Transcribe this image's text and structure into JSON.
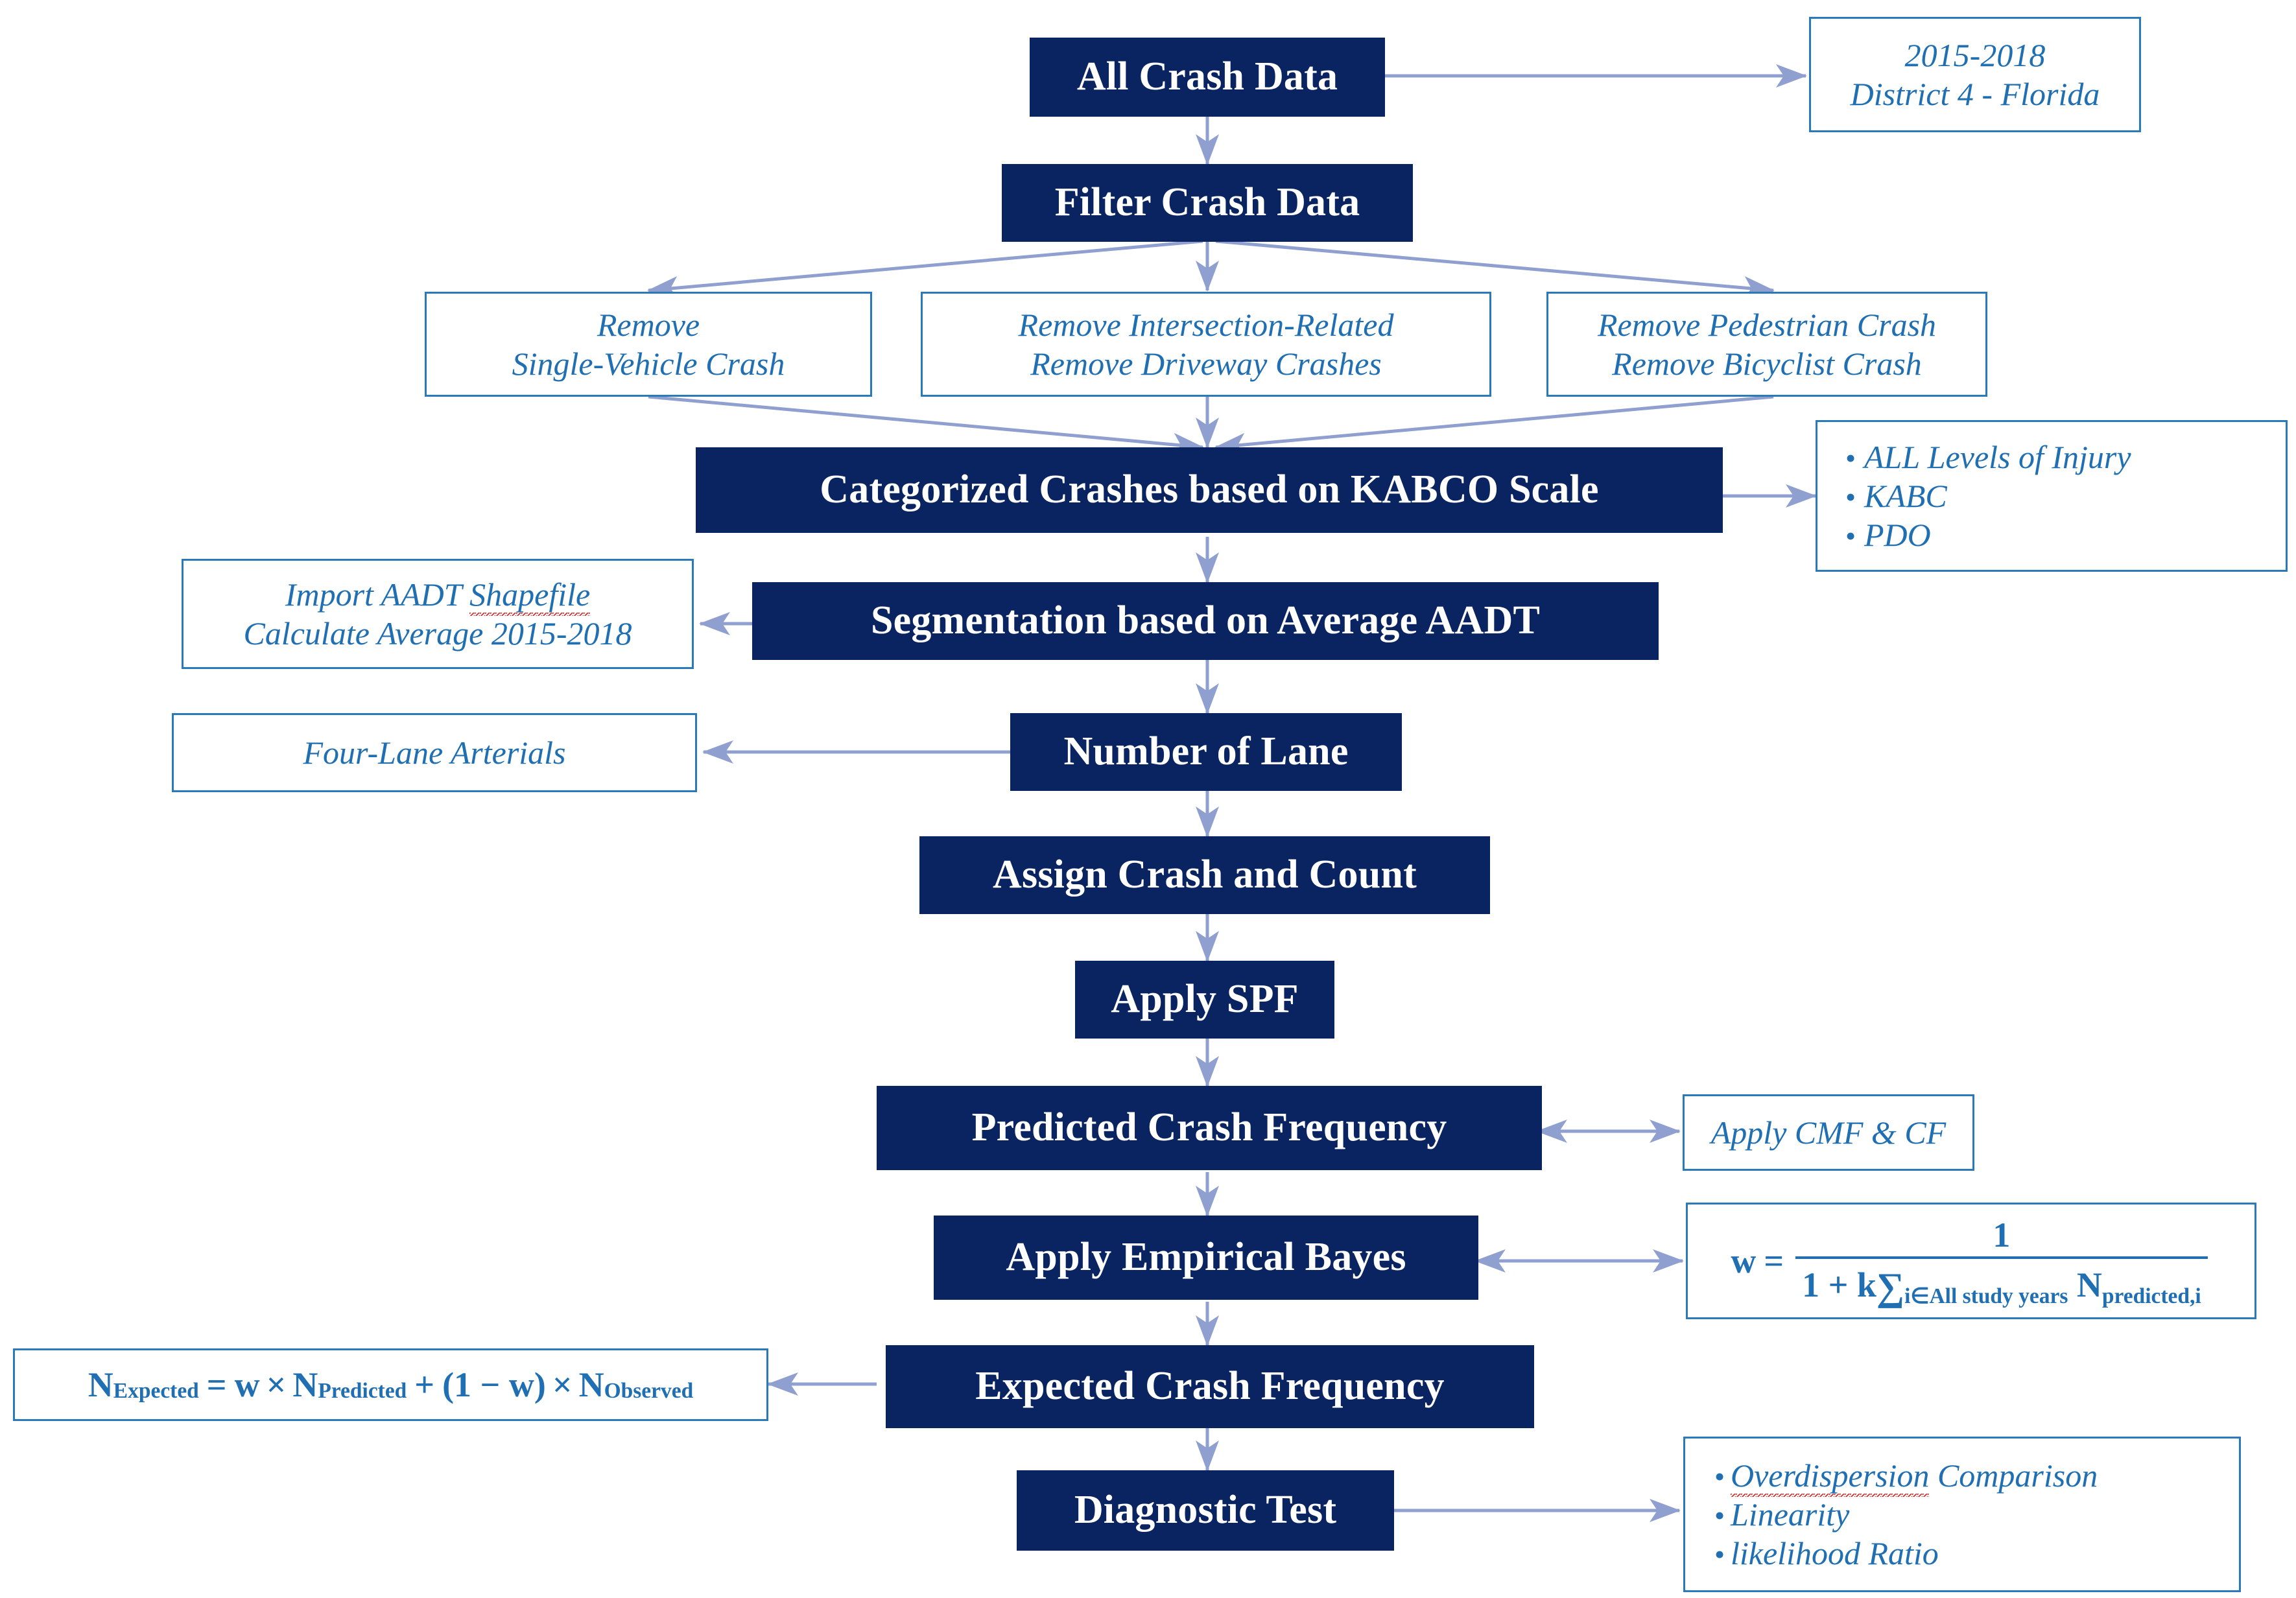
{
  "meta": {
    "diagram_title": "Crash Data Analysis Methodology Flowchart",
    "accent_navy": "#0a2461",
    "accent_blue": "#1f6fb2",
    "border_blue": "#2a79b8",
    "arrow_color": "#8e9fd0",
    "spellcheck_color": "#d32f2f"
  },
  "nodes": {
    "all_crash_data": "All Crash Data",
    "filter_crash_data": "Filter Crash Data",
    "categorized_kabco": "Categorized Crashes based on KABCO Scale",
    "segmentation_aadt": "Segmentation based on Average AADT",
    "number_of_lane": "Number of Lane",
    "assign_crash_count": "Assign Crash and Count",
    "apply_spf": "Apply SPF",
    "predicted_crash_frequency": "Predicted Crash Frequency",
    "apply_empirical_bayes": "Apply Empirical Bayes",
    "expected_crash_frequency": "Expected Crash Frequency",
    "diagnostic_test": "Diagnostic Test"
  },
  "notes": {
    "study_scope": {
      "lines": [
        "2015-2018",
        "District 4 - Florida"
      ]
    },
    "filter_single_vehicle": {
      "lines": [
        "Remove",
        "Single-Vehicle Crash"
      ]
    },
    "filter_intersection_driveway": {
      "lines": [
        "Remove Intersection-Related",
        "Remove Driveway Crashes"
      ]
    },
    "filter_ped_bike": {
      "lines": [
        "Remove Pedestrian Crash",
        "Remove Bicyclist Crash"
      ]
    },
    "aadt_import": {
      "line1_prefix": "Import AADT ",
      "line1_misspelled": "Shapefile",
      "line2": "Calculate Average 2015-2018"
    },
    "four_lane": {
      "lines": [
        "Four-Lane Arterials"
      ]
    },
    "apply_cmf_cf": {
      "lines": [
        "Apply CMF & CF"
      ]
    }
  },
  "bullet_lists": {
    "kabco_levels": {
      "items": [
        "ALL Levels of Injury",
        "KABC",
        "PDO"
      ]
    },
    "diagnostic_tests": {
      "items": [
        "Overdispersion Comparison",
        "Linearity",
        "likelihood Ratio"
      ],
      "misspelled_item_index": 0,
      "misspelled_word": "Overdispersion",
      "misspelled_rest": " Comparison"
    }
  },
  "formulas": {
    "eb_weight": {
      "lhs": "w",
      "equals": "=",
      "numerator": "1",
      "denominator_prefix": "1 + k",
      "sum_symbol": "∑",
      "sum_subscript": "i∈All study years",
      "denominator_term": "N",
      "denominator_term_sub": "predicted,i"
    },
    "expected_crashes": {
      "lhs": "N",
      "lhs_sub": "Expected",
      "equals": "=",
      "t1": "w",
      "times1": "×",
      "t2": "N",
      "t2_sub": "Predicted",
      "plus": "+",
      "t3": "(1 − w)",
      "times2": "×",
      "t4": "N",
      "t4_sub": "Observed"
    }
  }
}
